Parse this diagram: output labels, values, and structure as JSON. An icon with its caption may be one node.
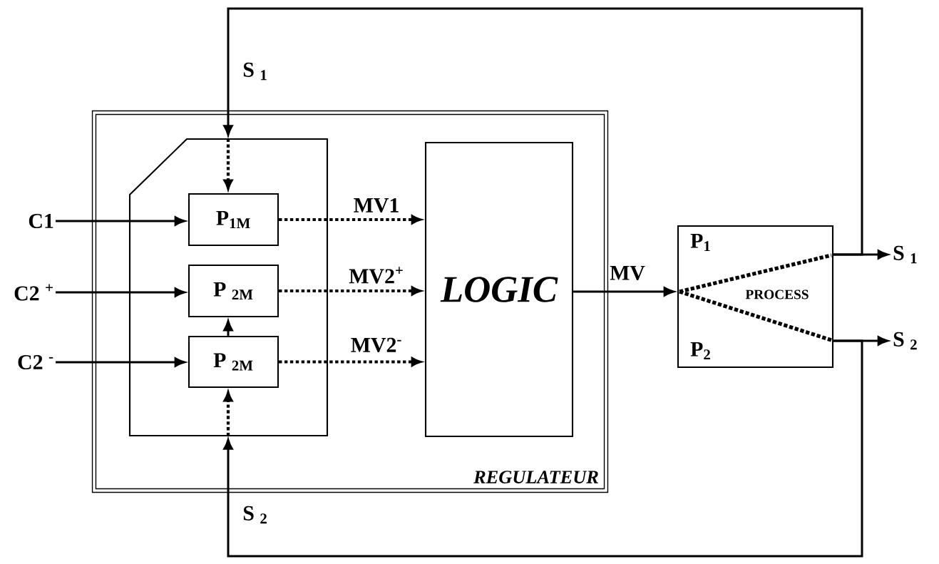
{
  "diagram": {
    "nodes": [
      {
        "text": [
          "REGULATEUR"
        ]
      },
      {
        "text": [],
        "shape": "box",
        "in": 0
      },
      {
        "text": [
          "P$_{1M}$"
        ],
        "in": 1
      },
      {
        "text": [
          "P $_{2M}$"
        ],
        "in": 1
      },
      {
        "text": [
          "P $_{2M}$"
        ],
        "in": 1
      },
      {
        "text": [
          "LOGIC"
        ],
        "in": 0
      },
      {
        "text": [
          "P$_{1}$",
          "PROCESS",
          "P$_{2}$"
        ]
      },
      {
        "text": [
          "C1"
        ]
      },
      {
        "text": [
          "C2 $^{+}$"
        ]
      },
      {
        "text": [
          "C2 $^{-}$"
        ]
      },
      {
        "text": [
          "S $_{1}$"
        ]
      },
      {
        "text": [
          "S $_{2}$"
        ]
      }
    ],
    "edges": [
      {
        "from": 7,
        "to": 2,
        "arrow": "to"
      },
      {
        "from": 8,
        "to": 3,
        "arrow": "to"
      },
      {
        "from": 9,
        "to": 4,
        "arrow": "to"
      },
      {
        "from": 2,
        "to": 5,
        "arrow": "to",
        "label": "MV1",
        "style": "dashed"
      },
      {
        "from": 3,
        "to": 5,
        "arrow": "to",
        "label": "MV2$^{+}$",
        "style": "dashed"
      },
      {
        "from": 4,
        "to": 5,
        "arrow": "to",
        "label": "MV2$^{-}$",
        "style": "dashed"
      },
      {
        "from": 5,
        "to": 6,
        "arrow": "to",
        "label": "MV"
      },
      {
        "from": 6,
        "to": 10,
        "arrow": "to"
      },
      {
        "from": 6,
        "to": 11,
        "arrow": "to"
      },
      {
        "from": 6,
        "to": 1,
        "arrow": "to",
        "label": "S $_{1}$"
      },
      {
        "from": 1,
        "to": 2,
        "arrow": "to",
        "style": "dashed"
      },
      {
        "from": 6,
        "to": 1,
        "arrow": "to",
        "label": "S $_{2}$"
      },
      {
        "from": 1,
        "to": 4,
        "arrow": "to",
        "style": "dashed"
      },
      {
        "from": 4,
        "to": 3,
        "arrow": "to"
      }
    ]
  }
}
